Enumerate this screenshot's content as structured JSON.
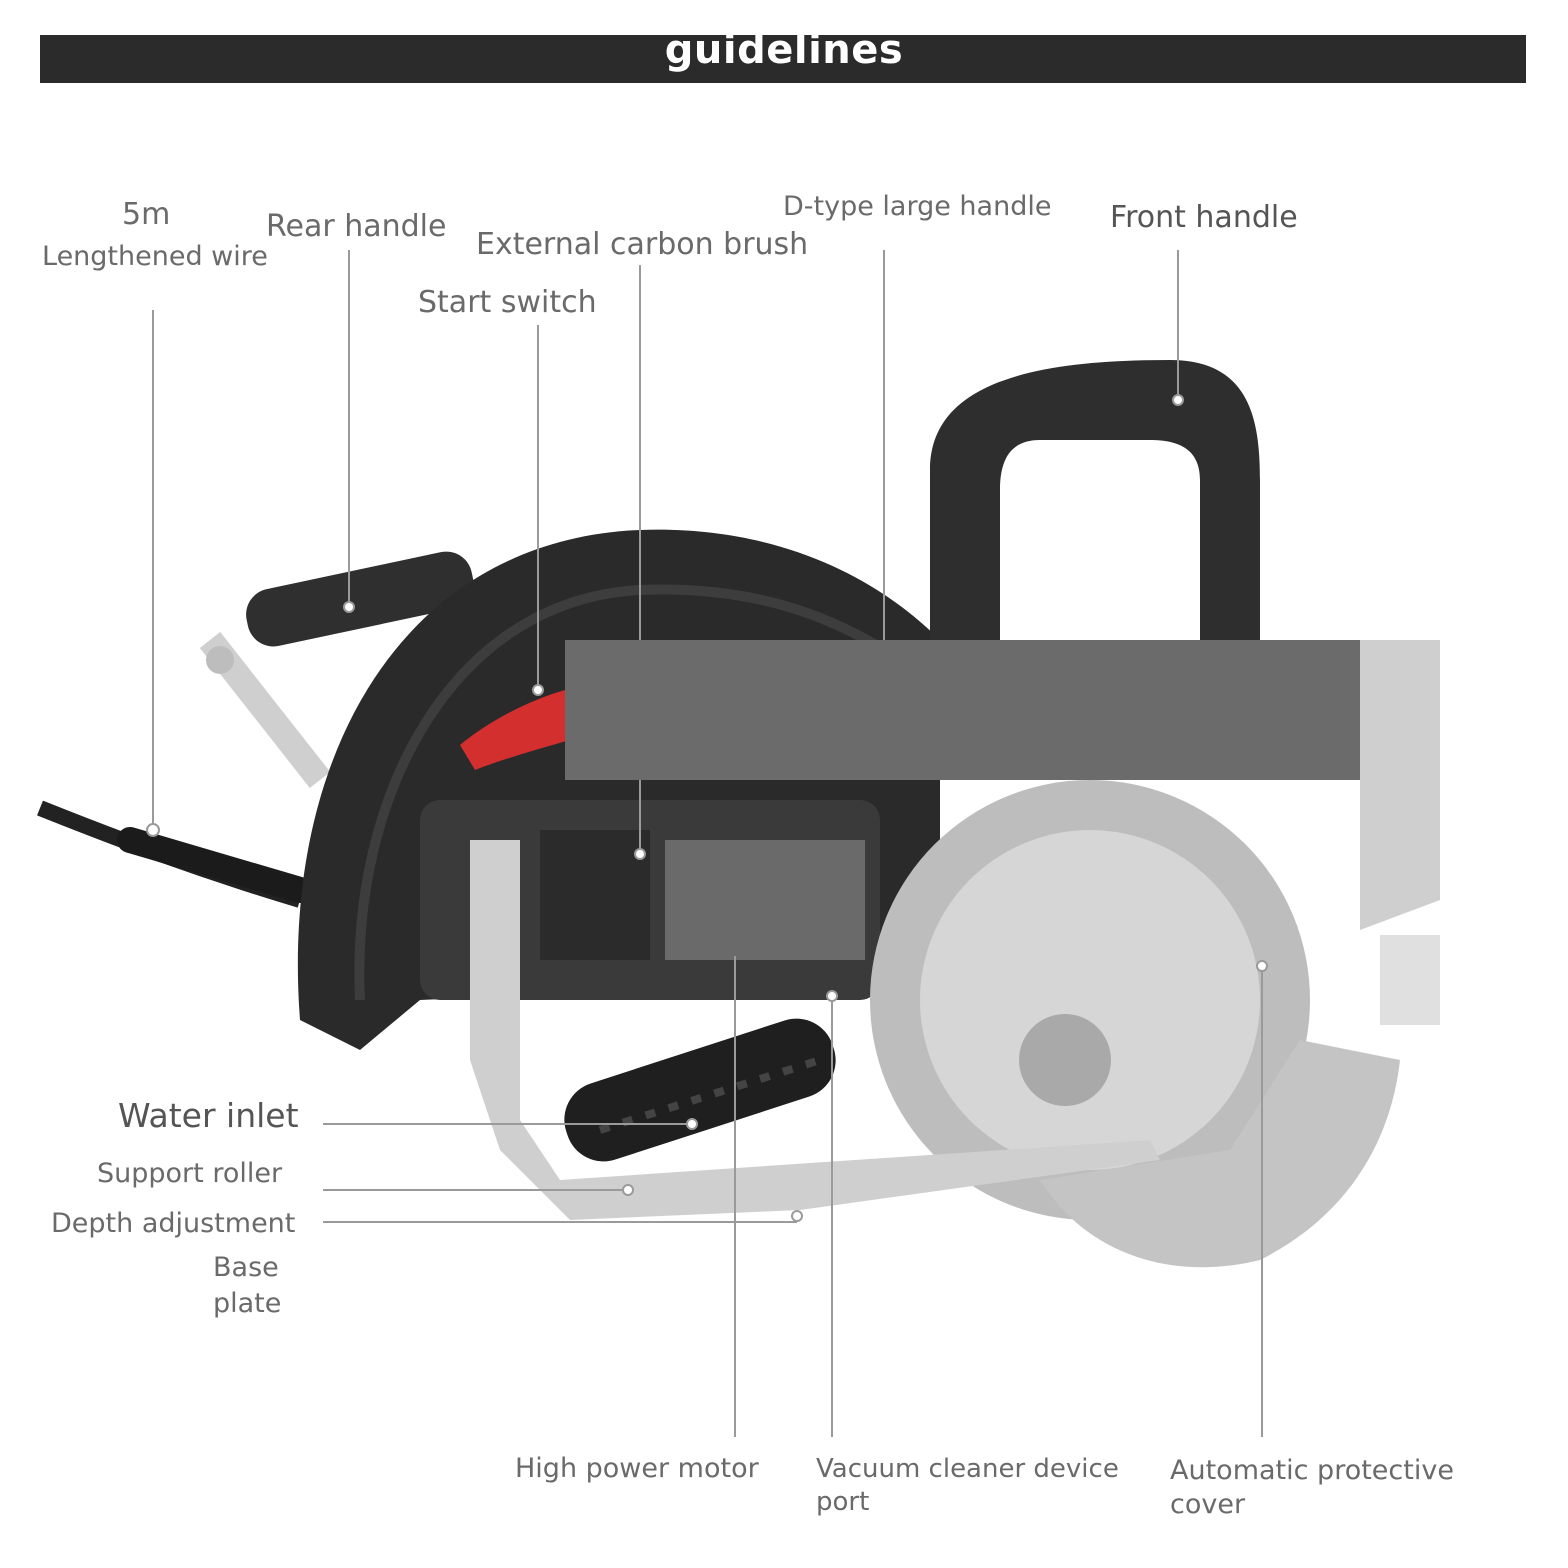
{
  "header": {
    "title": "guidelines"
  },
  "labels": {
    "wire_length": "5m",
    "wire": "Lengthened wire",
    "rear_handle": "Rear handle",
    "carbon_brush": "External carbon brush",
    "start_switch": "Start switch",
    "d_handle": "D-type large handle",
    "front_handle": "Front handle",
    "water_inlet": "Water inlet",
    "support_roller": "Support roller",
    "depth_adjustment": "Depth adjustment",
    "base_plate_1": "Base",
    "base_plate_2": "plate",
    "motor": "High power motor",
    "vacuum_1": "Vacuum cleaner device",
    "vacuum_2": "port",
    "cover_1": "Automatic protective",
    "cover_2": "cover"
  },
  "colors": {
    "header_bg": "#2b2b2b",
    "label_text": "#6a6a6a",
    "tool_body": "#2a2a2a",
    "switch_red": "#d32f2f",
    "blade_silver": "#c9c9c9",
    "redaction": "#6b6b6b"
  }
}
